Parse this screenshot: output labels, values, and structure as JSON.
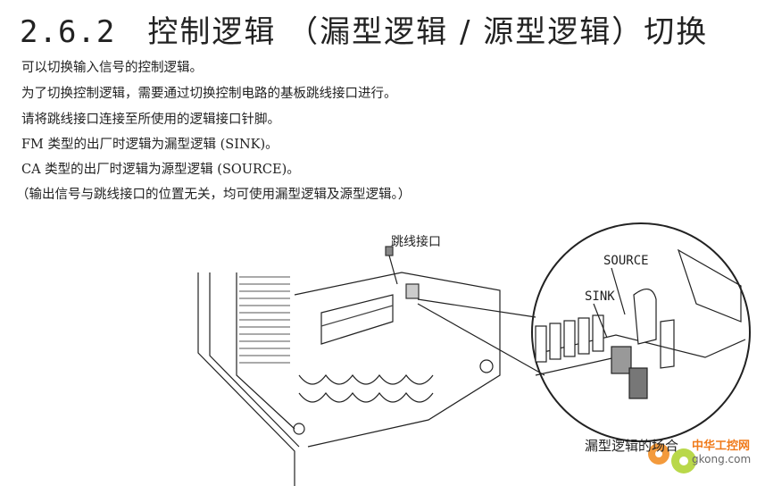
{
  "heading": {
    "number": "2.6.2",
    "text": "控制逻辑 （漏型逻辑 / 源型逻辑）切换"
  },
  "paragraphs": [
    "可以切换输入信号的控制逻辑。",
    "为了切换控制逻辑，需要通过切换控制电路的基板跳线接口进行。",
    "请将跳线接口连接至所使用的逻辑接口针脚。",
    "FM 类型的出厂时逻辑为漏型逻辑 (SINK)。",
    "CA 类型的出厂时逻辑为源型逻辑 (SOURCE)。",
    "（输出信号与跳线接口的位置无关，均可使用漏型逻辑及源型逻辑。）"
  ],
  "figure": {
    "jumper_label": "跳线接口",
    "source_label": "SOURCE",
    "sink_label": "SINK",
    "caption": "漏型逻辑的场合"
  },
  "watermark": {
    "name": "中华工控网",
    "site": "gkong.com"
  }
}
